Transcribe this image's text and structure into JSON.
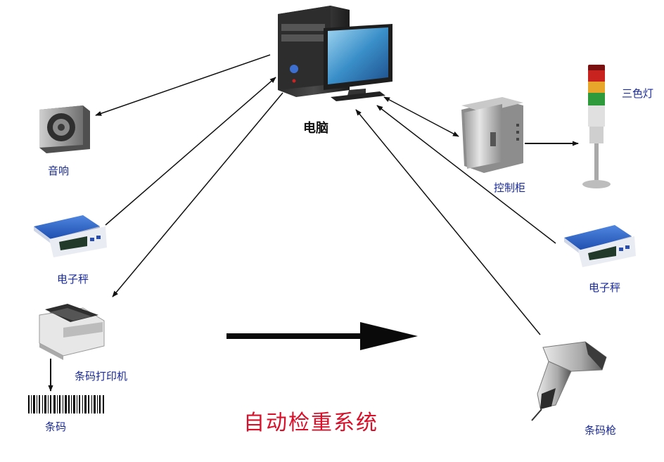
{
  "diagram": {
    "title": "自动检重系统",
    "nodes": {
      "computer": {
        "label": "电脑",
        "icon": "desktop-computer-icon"
      },
      "speaker": {
        "label": "音响",
        "icon": "speaker-icon"
      },
      "scale_left": {
        "label": "电子秤",
        "icon": "electronic-scale-icon"
      },
      "printer": {
        "label": "条码打印机",
        "icon": "barcode-printer-icon"
      },
      "barcode": {
        "label": "条码",
        "icon": "barcode-icon"
      },
      "control_cabinet": {
        "label": "控制柜",
        "icon": "control-cabinet-icon"
      },
      "tower_light": {
        "label": "三色灯",
        "icon": "tower-light-icon"
      },
      "scale_right": {
        "label": "电子秤",
        "icon": "electronic-scale-icon"
      },
      "scanner": {
        "label": "条码枪",
        "icon": "barcode-scanner-icon"
      }
    },
    "colors": {
      "label": "#1a2a9a",
      "title": "#d8102a",
      "arrow": "#111111"
    }
  }
}
